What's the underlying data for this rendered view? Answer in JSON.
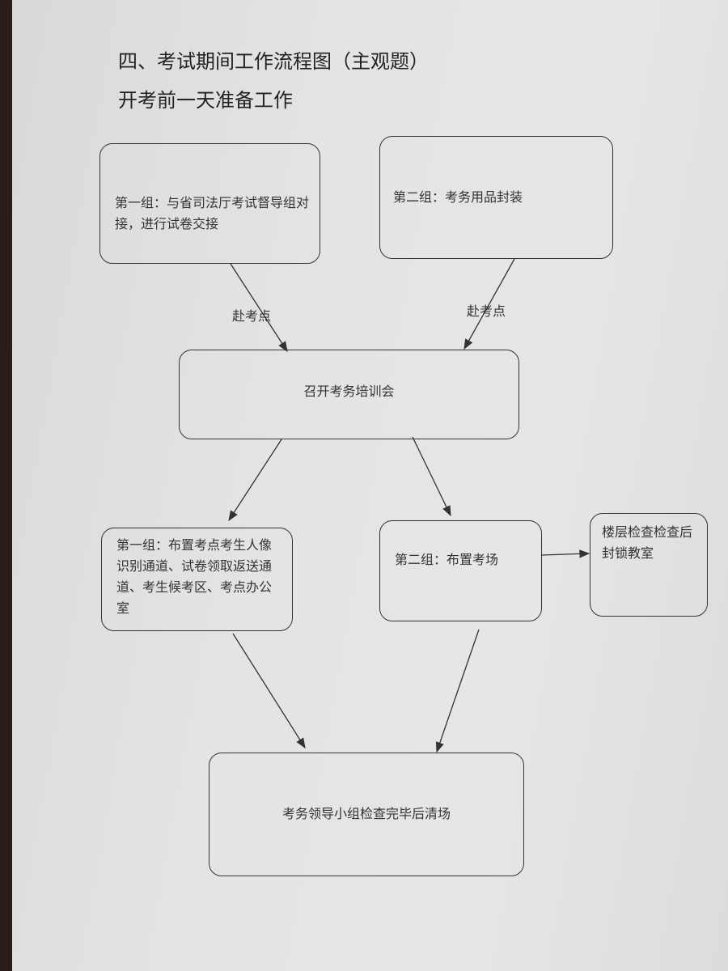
{
  "title": "四、考试期间工作流程图（主观题）",
  "subtitle": "开考前一天准备工作",
  "nodes": {
    "group1_handover": "第一组：与省司法厅考试督导组对接，进行试卷交接",
    "group2_seal": "第二组：考务用品封装",
    "training": "召开考务培训会",
    "group1_setup": "第一组：布置考点考生人像识别通道、试卷领取返送通道、考生候考区、考点办公室",
    "group2_setup": "第二组：布置考场",
    "floor_check": "楼层检查检查后封锁教室",
    "final_check": "考务领导小组检查完毕后清场"
  },
  "edge_labels": {
    "left": "赴考点",
    "right": "赴考点"
  }
}
